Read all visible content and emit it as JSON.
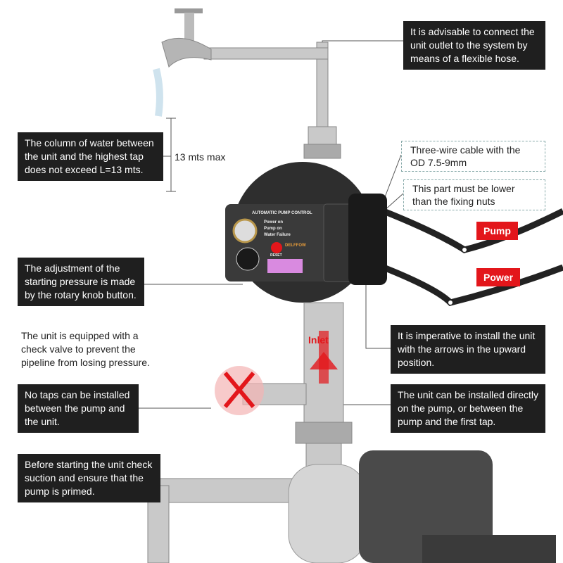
{
  "callouts": {
    "flexible_hose": "It is advisable to connect the unit outlet to the system by means of a flexible hose.",
    "water_column": "The column of water between the unit and the highest tap does not exceed L=13 mts.",
    "height_label": "13 mts max",
    "three_wire": "Three-wire cable with the OD 7.5-9mm",
    "lower_part": "This part must be lower than the fixing nuts",
    "pump_tag": "Pump",
    "power_tag": "Power",
    "adjustment": "The adjustment of the starting pressure is made by the rotary knob button.",
    "check_valve": "The unit is equipped with a check valve to prevent the pipeline from losing pressure.",
    "no_taps": "No taps can be installed between the pump and the unit.",
    "arrows_upward": "It is imperative to install the unit with the arrows in the upward position.",
    "install_directly": "The unit can be installed directly on the pump, or between the pump and the first tap.",
    "before_starting": "Before starting the unit check suction and ensure that the pump is primed.",
    "inlet": "Inlet"
  },
  "device": {
    "title": "AUTOMATIC PUMP CONTROL",
    "indicators": [
      "Power on",
      "Pump on",
      "Water Failure"
    ],
    "reset": "RESET",
    "brand": "DELFFOW"
  },
  "colors": {
    "accent": "#e3161b",
    "box": "#1f1f1f"
  }
}
